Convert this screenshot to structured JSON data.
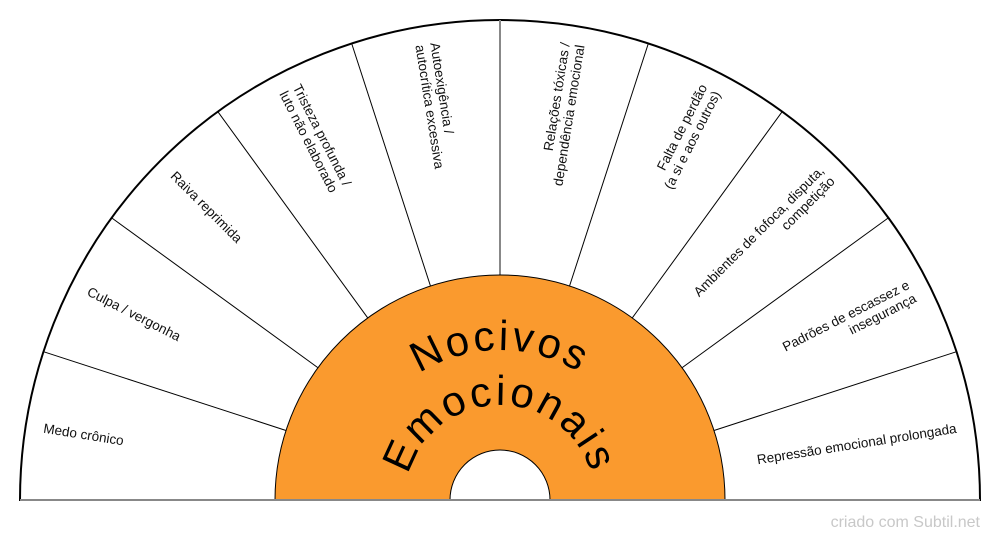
{
  "title": [
    "Nocivos",
    "Emocionais"
  ],
  "segments": [
    {
      "lines": [
        "Medo crônico"
      ]
    },
    {
      "lines": [
        "Culpa / vergonha"
      ]
    },
    {
      "lines": [
        "Raiva reprimida"
      ]
    },
    {
      "lines": [
        "Tristeza profunda /",
        "luto não elaborado"
      ]
    },
    {
      "lines": [
        "Autoexigência /",
        "autocrítica excessiva"
      ]
    },
    {
      "lines": [
        "Relações tóxicas /",
        "dependência emocional"
      ]
    },
    {
      "lines": [
        "Falta de perdão",
        "(a si e aos outros)"
      ]
    },
    {
      "lines": [
        "Ambientes de fofoca, disputa,",
        "competição"
      ]
    },
    {
      "lines": [
        "Padrões de escassez e",
        "insegurança"
      ]
    },
    {
      "lines": [
        "Repressão emocional prolongada"
      ]
    }
  ],
  "credit": "criado com Subtil.net",
  "colors": {
    "center_fill": "#FA9A2E",
    "line": "#000000"
  }
}
